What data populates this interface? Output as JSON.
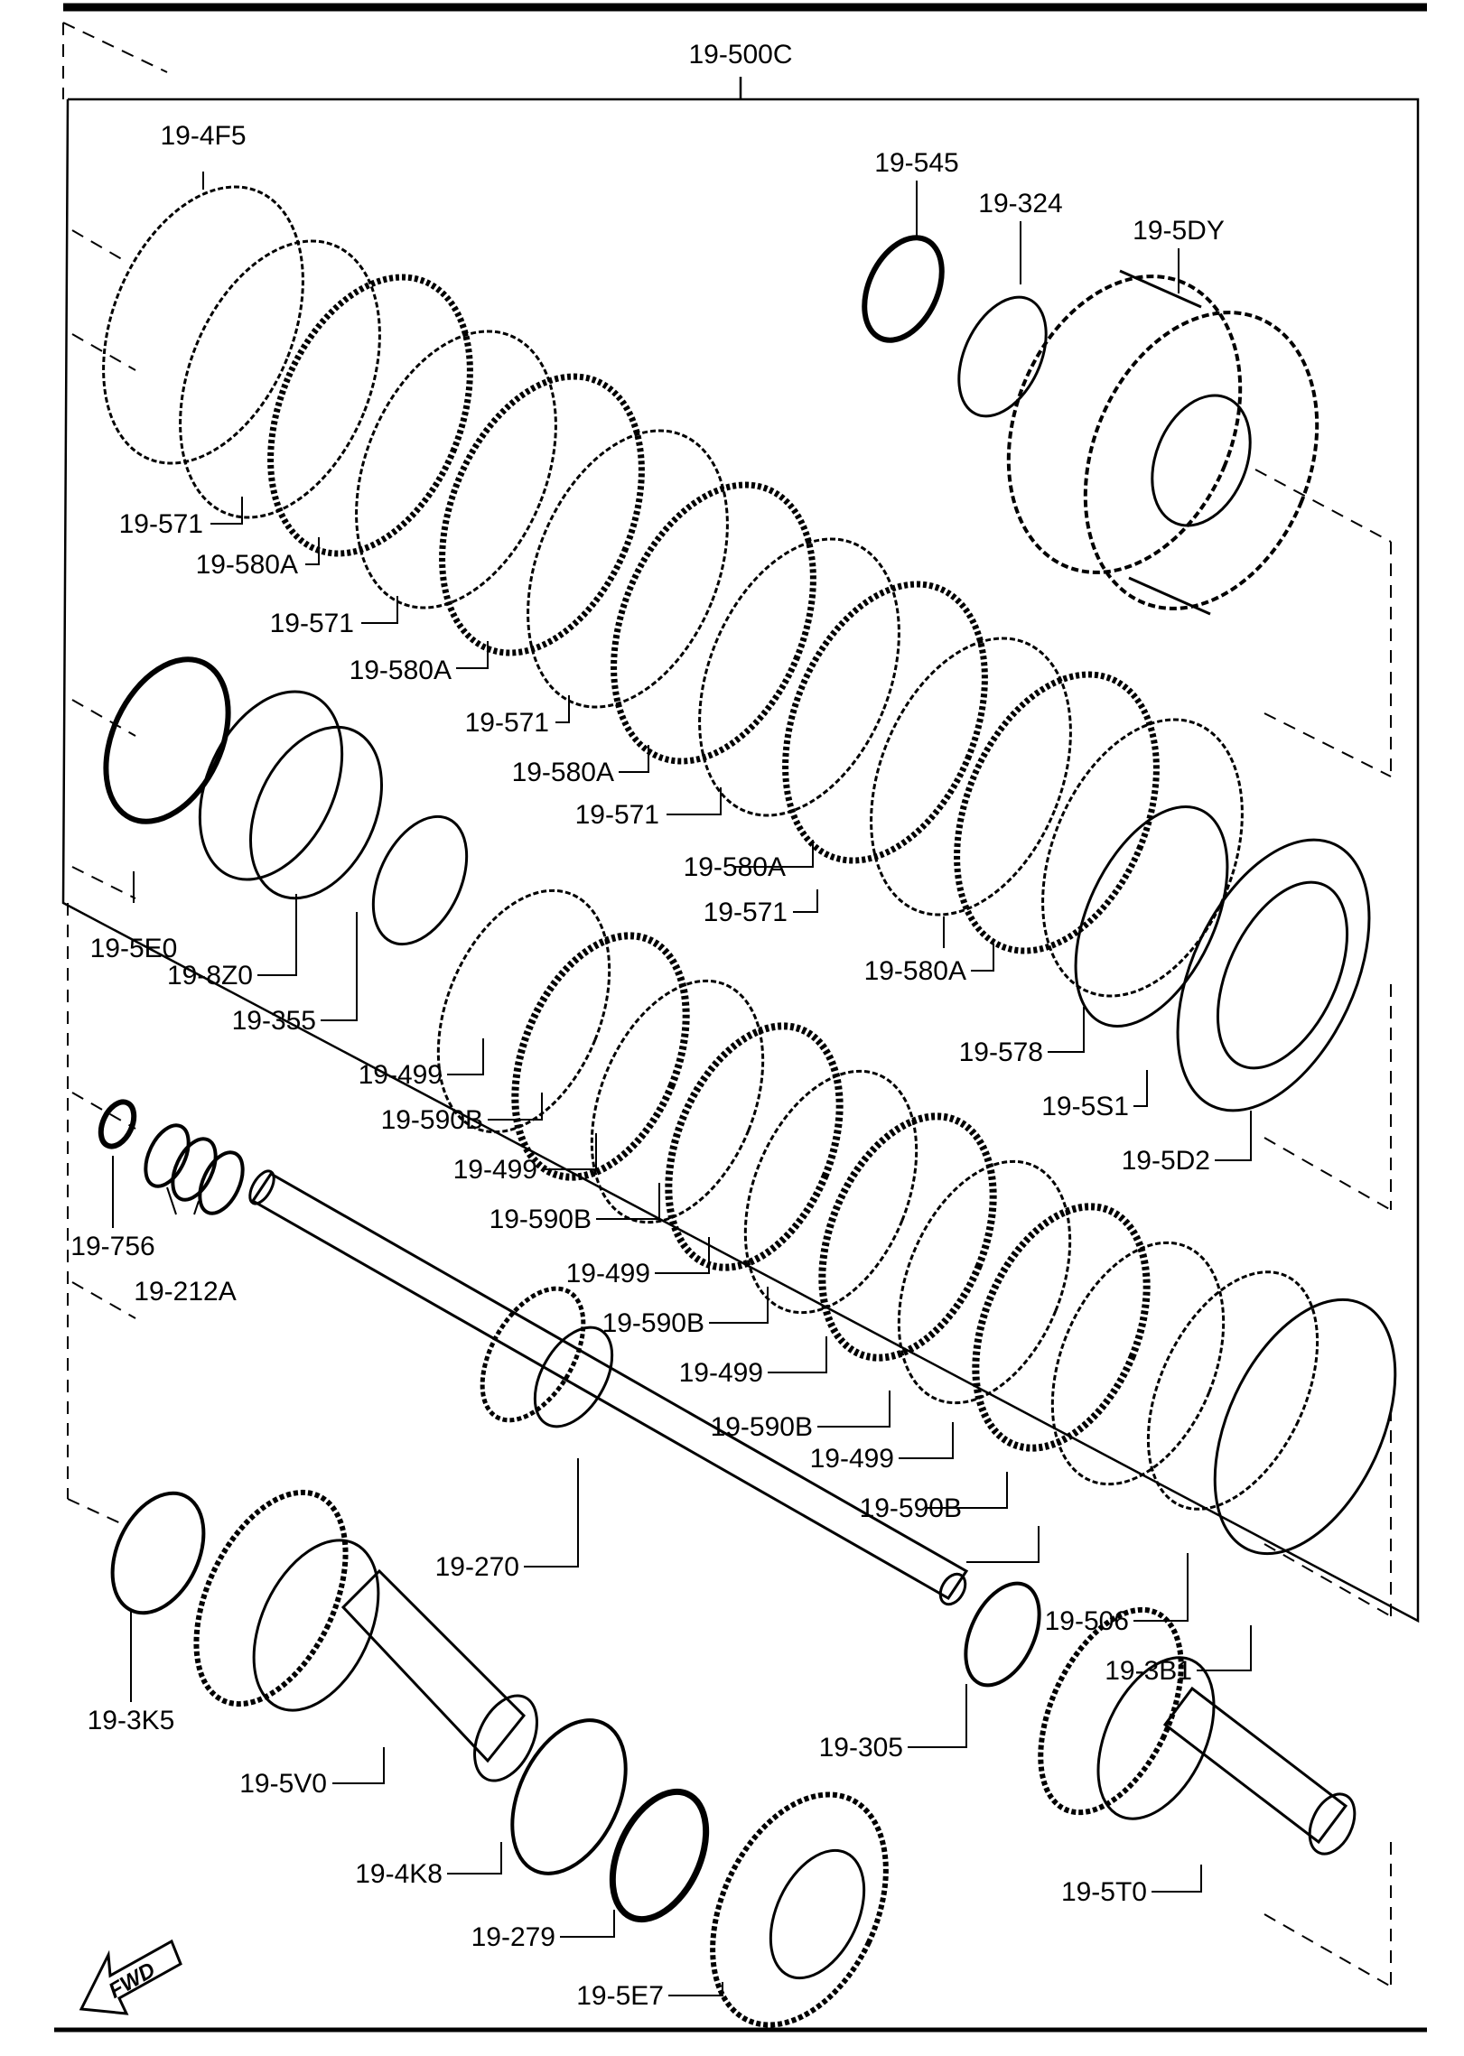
{
  "assembly_label": "19-500C",
  "parts": [
    "19-4F5",
    "19-545",
    "19-324",
    "19-5DY",
    "19-571",
    "19-580A",
    "19-571",
    "19-580A",
    "19-571",
    "19-580A",
    "19-571",
    "19-580A",
    "19-571",
    "19-580A",
    "19-5E0",
    "19-8Z0",
    "19-355",
    "19-578",
    "19-5S1",
    "19-5D2",
    "19-499",
    "19-590B",
    "19-499",
    "19-590B",
    "19-499",
    "19-590B",
    "19-499",
    "19-590B",
    "19-499",
    "19-590B",
    "19-756",
    "19-212A",
    "19-270",
    "19-506",
    "19-3B1",
    "19-3K5",
    "19-5V0",
    "19-305",
    "19-4K8",
    "19-279",
    "19-5T0",
    "19-5E7"
  ],
  "direction_marker": "FWD"
}
